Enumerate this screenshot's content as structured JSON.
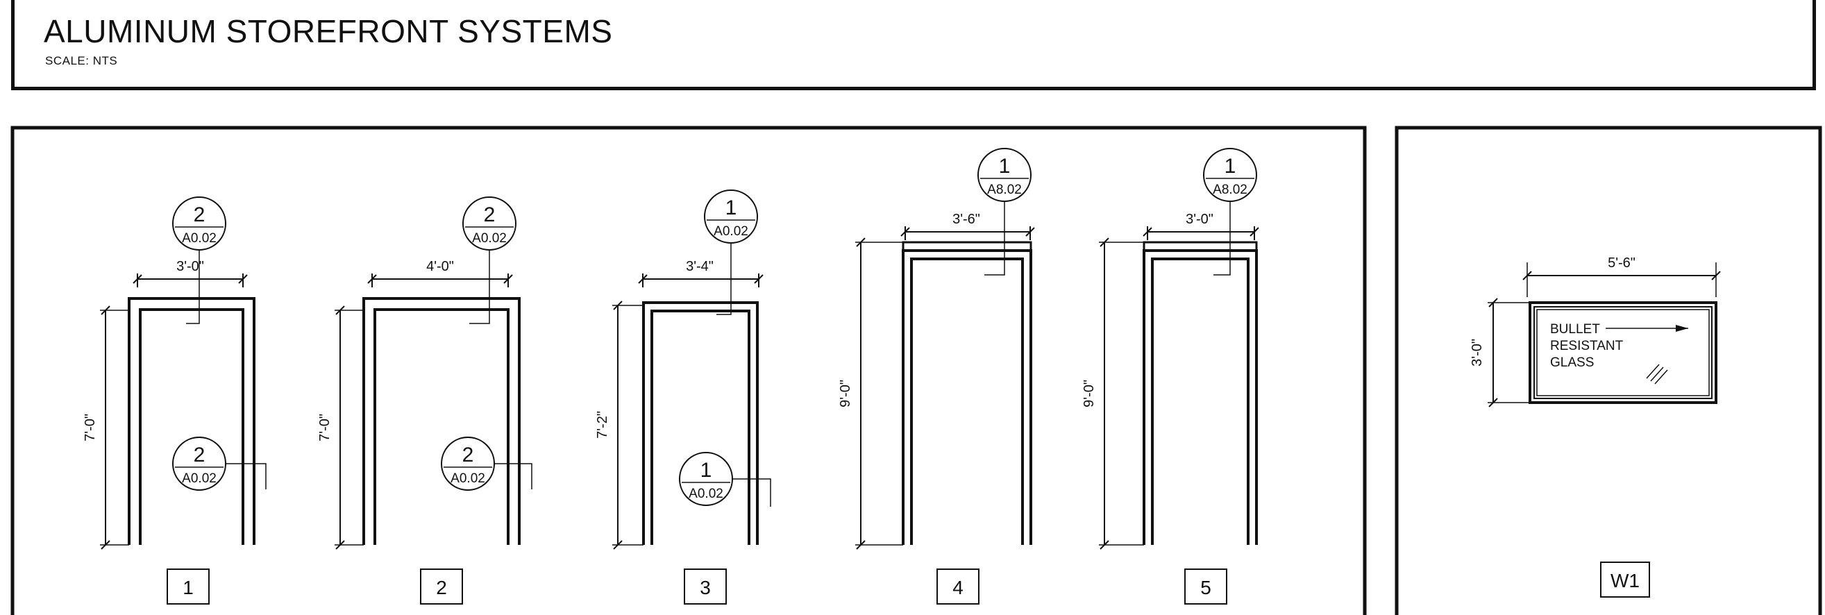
{
  "sheet": {
    "title": "ALUMINUM STOREFRONT SYSTEMS",
    "scale": "SCALE: NTS"
  },
  "frames": [
    {
      "label": "1",
      "width_dim": "3'-0\"",
      "height_dim": "7'-0\"",
      "top_tag": {
        "num": "2",
        "sheet": "A0.02"
      },
      "mid_tag": {
        "num": "2",
        "sheet": "A0.02"
      }
    },
    {
      "label": "2",
      "width_dim": "4'-0\"",
      "height_dim": "7'-0\"",
      "top_tag": {
        "num": "2",
        "sheet": "A0.02"
      },
      "mid_tag": {
        "num": "2",
        "sheet": "A0.02"
      }
    },
    {
      "label": "3",
      "width_dim": "3'-4\"",
      "height_dim": "7'-2\"",
      "top_tag": {
        "num": "1",
        "sheet": "A0.02"
      },
      "mid_tag": {
        "num": "1",
        "sheet": "A0.02"
      }
    },
    {
      "label": "4",
      "width_dim": "3'-6\"",
      "height_dim": "9'-0\"",
      "top_tag": {
        "num": "1",
        "sheet": "A8.02"
      }
    },
    {
      "label": "5",
      "width_dim": "3'-0\"",
      "height_dim": "9'-0\"",
      "top_tag": {
        "num": "1",
        "sheet": "A8.02"
      }
    }
  ],
  "window": {
    "label": "W1",
    "width_dim": "5'-6\"",
    "height_dim": "3'-0\"",
    "note_lines": [
      "BULLET",
      "RESISTANT",
      "GLASS"
    ]
  }
}
